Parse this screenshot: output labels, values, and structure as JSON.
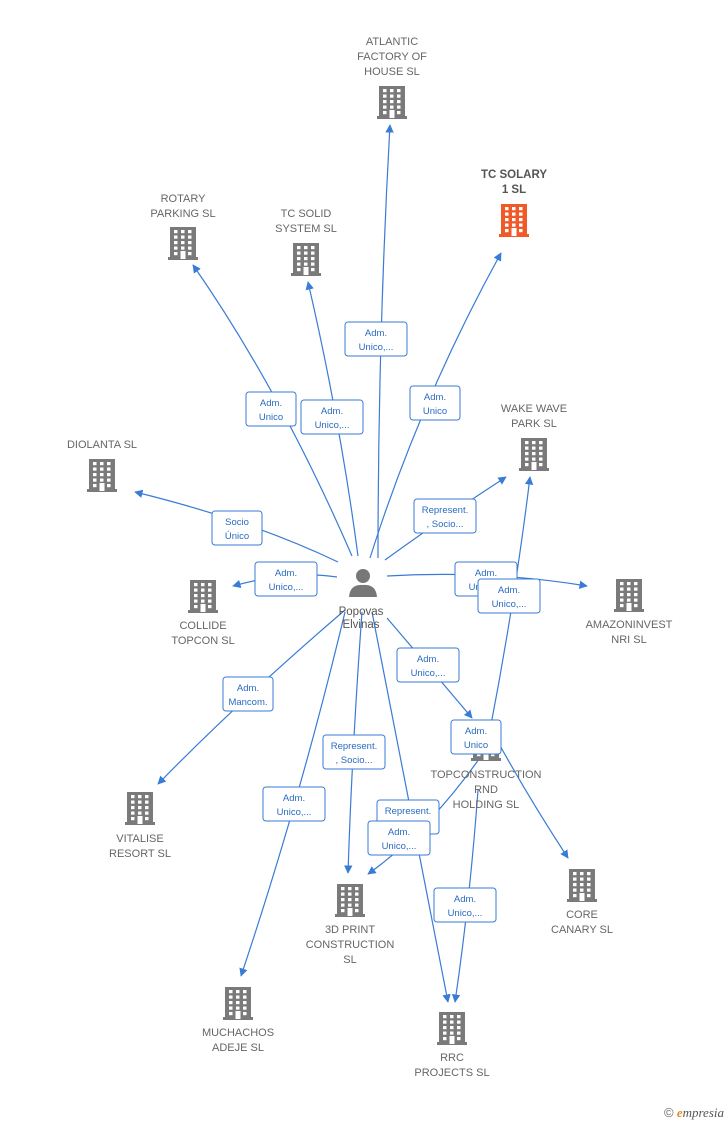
{
  "center": {
    "name": [
      "Popovas",
      "Elvinas"
    ]
  },
  "colors": {
    "edge": "#3a7bd5",
    "building": "#7a7a7a",
    "highlight": "#f05a28"
  },
  "companies": [
    {
      "id": "atlantic",
      "lines": [
        "ATLANTIC",
        "FACTORY OF",
        "HOUSE  SL"
      ]
    },
    {
      "id": "tcsolary",
      "lines": [
        "TC SOLARY",
        "1  SL"
      ],
      "highlight": true
    },
    {
      "id": "rotary",
      "lines": [
        "ROTARY",
        "PARKING  SL"
      ]
    },
    {
      "id": "tcsolid",
      "lines": [
        "TC SOLID",
        "SYSTEM  SL"
      ]
    },
    {
      "id": "wakewave",
      "lines": [
        "WAKE WAVE",
        "PARK  SL"
      ]
    },
    {
      "id": "diolanta",
      "lines": [
        "DIOLANTA  SL"
      ]
    },
    {
      "id": "collide",
      "lines": [
        "COLLIDE",
        "TOPCON  SL"
      ]
    },
    {
      "id": "amazon",
      "lines": [
        "AMAZONINVEST",
        "NRI  SL"
      ]
    },
    {
      "id": "topcon",
      "lines": [
        "TOPCONSTRUCTION",
        "RND",
        "HOLDING  SL"
      ]
    },
    {
      "id": "vitalise",
      "lines": [
        "VITALISE",
        "RESORT  SL"
      ]
    },
    {
      "id": "core",
      "lines": [
        "CORE",
        "CANARY  SL"
      ]
    },
    {
      "id": "print3d",
      "lines": [
        "3D PRINT",
        "CONSTRUCTION",
        "SL"
      ]
    },
    {
      "id": "muchachos",
      "lines": [
        "MUCHACHOS",
        "ADEJE  SL"
      ]
    },
    {
      "id": "rrc",
      "lines": [
        "RRC",
        "PROJECTS  SL"
      ]
    }
  ],
  "edges": [
    {
      "from": "center",
      "to": "atlantic",
      "label": [
        "Adm.",
        "Unico,..."
      ]
    },
    {
      "from": "center",
      "to": "tcsolary",
      "label": [
        "Adm.",
        "Unico"
      ]
    },
    {
      "from": "center",
      "to": "rotary",
      "label": [
        "Adm.",
        "Unico"
      ]
    },
    {
      "from": "center",
      "to": "tcsolid",
      "label": [
        "Adm.",
        "Unico,..."
      ]
    },
    {
      "from": "center",
      "to": "wakewave",
      "label": [
        "Represent.",
        ", Socio..."
      ]
    },
    {
      "from": "center",
      "to": "diolanta",
      "label": [
        "Socio",
        "Único"
      ]
    },
    {
      "from": "center",
      "to": "collide",
      "label": [
        "Adm.",
        "Unico,..."
      ]
    },
    {
      "from": "center",
      "to": "amazon",
      "label": [
        "Adm.",
        "Unico,..."
      ]
    },
    {
      "from": "center",
      "to": "topcon",
      "label": [
        "Adm.",
        "Unico,..."
      ]
    },
    {
      "from": "center",
      "to": "vitalise",
      "label": [
        "Adm.",
        "Mancom."
      ]
    },
    {
      "from": "center",
      "to": "print3d",
      "label": [
        "Represent.",
        ", Socio..."
      ]
    },
    {
      "from": "center",
      "to": "muchachos",
      "label": [
        "Adm.",
        "Unico,..."
      ]
    },
    {
      "from": "center",
      "to": "rrc",
      "label": [
        "Represent.",
        ", Socio..."
      ]
    },
    {
      "from": "topcon",
      "to": "wakewave",
      "label": [
        "Adm.",
        "Unico,..."
      ]
    },
    {
      "from": "topcon",
      "to": "core",
      "label": [
        "Adm.",
        "Unico"
      ]
    },
    {
      "from": "topcon",
      "to": "print3d",
      "label": [
        "Adm.",
        "Unico,..."
      ]
    },
    {
      "from": "topcon",
      "to": "rrc",
      "label": [
        "Adm.",
        "Unico,..."
      ]
    }
  ],
  "brand": {
    "symbol": "©",
    "initial": "e",
    "rest": "mpresia"
  }
}
